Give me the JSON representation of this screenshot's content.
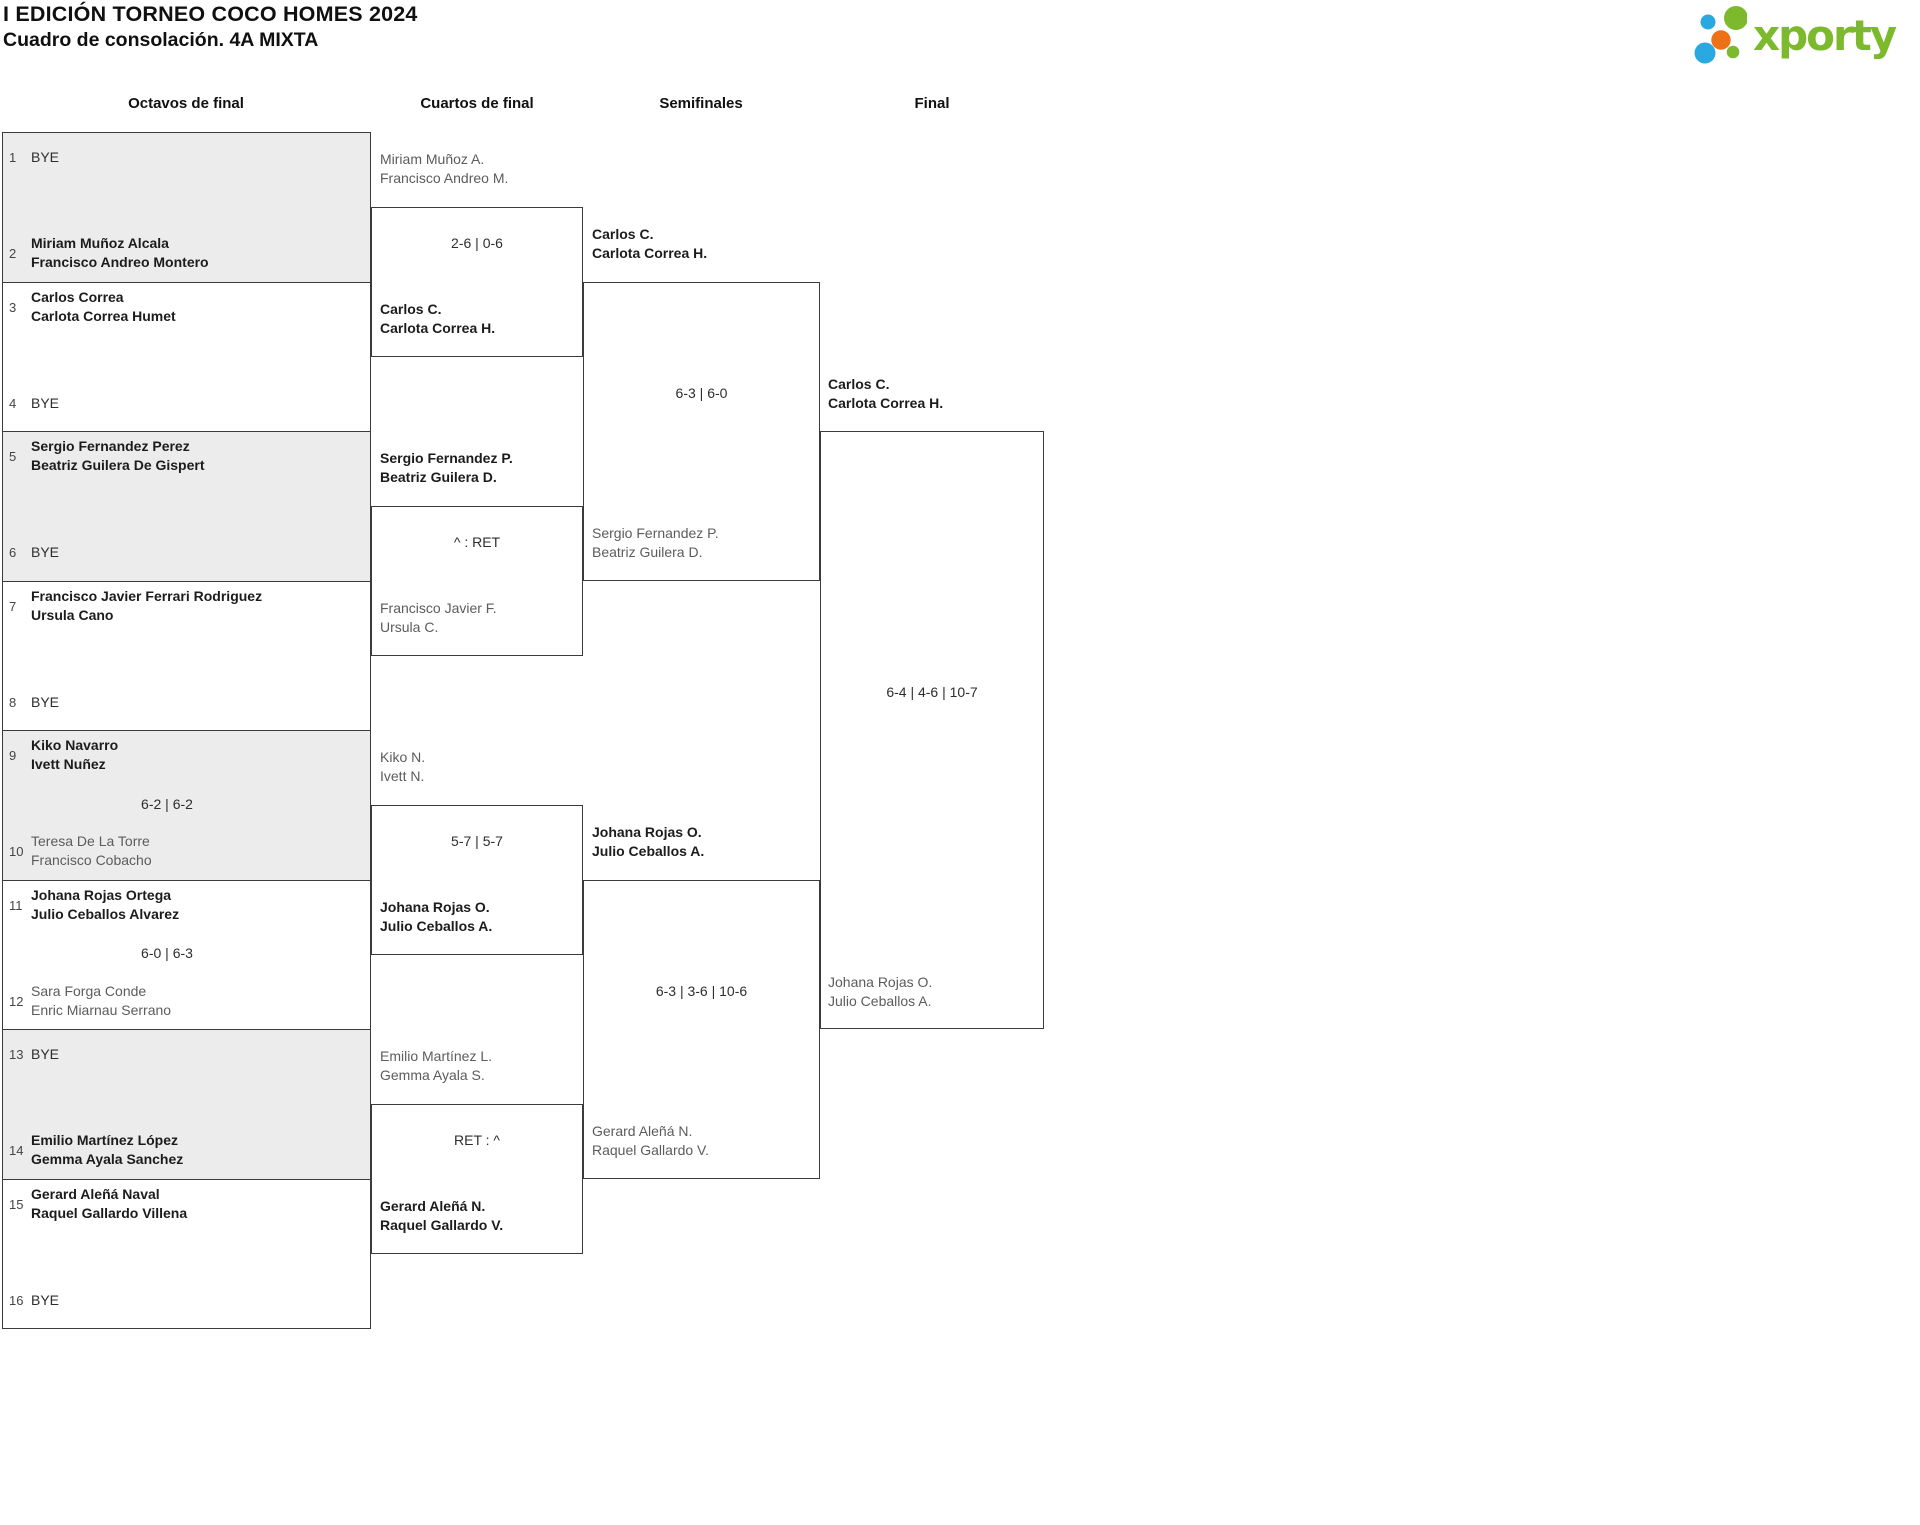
{
  "header": {
    "title": "I EDICIÓN TORNEO COCO HOMES 2024",
    "subtitle": "Cuadro de consolación. 4A MIXTA"
  },
  "logo": {
    "text": "xporty",
    "green": "#7cb92c",
    "blue": "#2aa9e0",
    "orange": "#ec7117"
  },
  "columns": [
    "Octavos de final",
    "Cuartos de final",
    "Semifinales",
    "Final"
  ],
  "octavos": {
    "slots": [
      {
        "n": "1",
        "team": "BYE"
      },
      {
        "n": "2",
        "team": "Miriam Muñoz Alcala\nFrancisco Andreo Montero"
      },
      {
        "n": "3",
        "team": "Carlos Correa\nCarlota Correa Humet"
      },
      {
        "n": "4",
        "team": "BYE"
      },
      {
        "n": "5",
        "team": "Sergio Fernandez Perez\nBeatriz Guilera De Gispert"
      },
      {
        "n": "6",
        "team": "BYE"
      },
      {
        "n": "7",
        "team": "Francisco Javier Ferrari Rodriguez\nUrsula Cano"
      },
      {
        "n": "8",
        "team": "BYE"
      },
      {
        "n": "9",
        "team": "Kiko Navarro\nIvett Nuñez"
      },
      {
        "n": "10",
        "team": "Teresa De La Torre\nFrancisco Cobacho"
      },
      {
        "n": "11",
        "team": "Johana Rojas Ortega\nJulio Ceballos Alvarez"
      },
      {
        "n": "12",
        "team": "Sara Forga Conde\nEnric Miarnau Serrano"
      },
      {
        "n": "13",
        "team": "BYE"
      },
      {
        "n": "14",
        "team": "Emilio Martínez López\nGemma Ayala Sanchez"
      },
      {
        "n": "15",
        "team": "Gerard Aleñá Naval\nRaquel Gallardo Villena"
      },
      {
        "n": "16",
        "team": "BYE"
      }
    ],
    "scores": [
      {
        "value": "6-2 | 6-2"
      },
      {
        "value": "6-0 | 6-3"
      }
    ]
  },
  "cuartos": [
    {
      "team1": "Miriam Muñoz A.\nFrancisco Andreo M.",
      "score": "2-6 | 0-6",
      "team2": "Carlos C.\nCarlota Correa H."
    },
    {
      "team1": "Sergio Fernandez P.\nBeatriz Guilera D.",
      "score": "^ : RET",
      "team2": "Francisco Javier F.\nUrsula C."
    },
    {
      "team1": "Kiko N.\nIvett N.",
      "score": "5-7 | 5-7",
      "team2": "Johana Rojas O.\nJulio Ceballos A."
    },
    {
      "team1": "Emilio Martínez L.\nGemma Ayala S.",
      "score": "RET : ^",
      "team2": "Gerard Aleñá N.\nRaquel Gallardo V."
    }
  ],
  "semifinales": [
    {
      "team1": "Carlos C.\nCarlota Correa H.",
      "score": "6-3 | 6-0",
      "team2": "Sergio Fernandez P.\nBeatriz Guilera D."
    },
    {
      "team1": "Johana Rojas O.\nJulio Ceballos A.",
      "score": "6-3 | 3-6 | 10-6",
      "team2": "Gerard Aleñá N.\nRaquel Gallardo V."
    }
  ],
  "final": {
    "team1": "Carlos C.\nCarlota Correa H.",
    "score": "6-4 | 4-6 | 10-7",
    "team2": "Johana Rojas O.\nJulio Ceballos A."
  }
}
